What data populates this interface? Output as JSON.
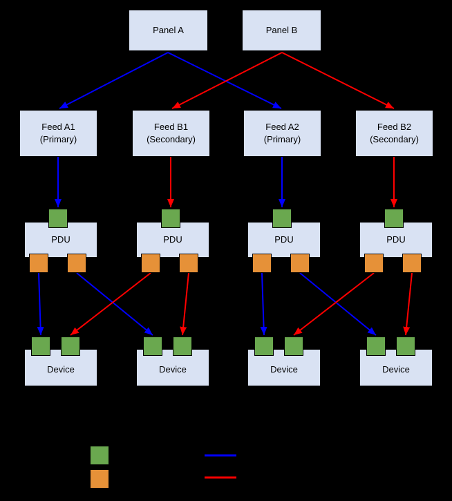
{
  "colors": {
    "background": "#000000",
    "box-fill": "#d9e2f3",
    "box-border": "#000000",
    "box-text": "#000000",
    "port-green": "#6aa84f",
    "port-orange": "#e69138",
    "arrow-blue": "#0000ff",
    "arrow-red": "#ff0000"
  },
  "panels": [
    {
      "label": "Panel A"
    },
    {
      "label": "Panel B"
    }
  ],
  "feeds": [
    {
      "name": "Feed A1",
      "role": "(Primary)"
    },
    {
      "name": "Feed B1",
      "role": "(Secondary)"
    },
    {
      "name": "Feed A2",
      "role": "(Primary)"
    },
    {
      "name": "Feed B2",
      "role": "(Secondary)"
    }
  ],
  "pdus": [
    {
      "label": "PDU"
    },
    {
      "label": "PDU"
    },
    {
      "label": "PDU"
    },
    {
      "label": "PDU"
    }
  ],
  "devices": [
    {
      "label": "Device"
    },
    {
      "label": "Device"
    },
    {
      "label": "Device"
    },
    {
      "label": "Device"
    }
  ],
  "legend": {
    "items": [
      {
        "swatch": "green-square",
        "color": "#6aa84f"
      },
      {
        "swatch": "orange-square",
        "color": "#e69138"
      },
      {
        "swatch": "blue-line",
        "color": "#0000ff"
      },
      {
        "swatch": "red-line",
        "color": "#ff0000"
      }
    ]
  }
}
